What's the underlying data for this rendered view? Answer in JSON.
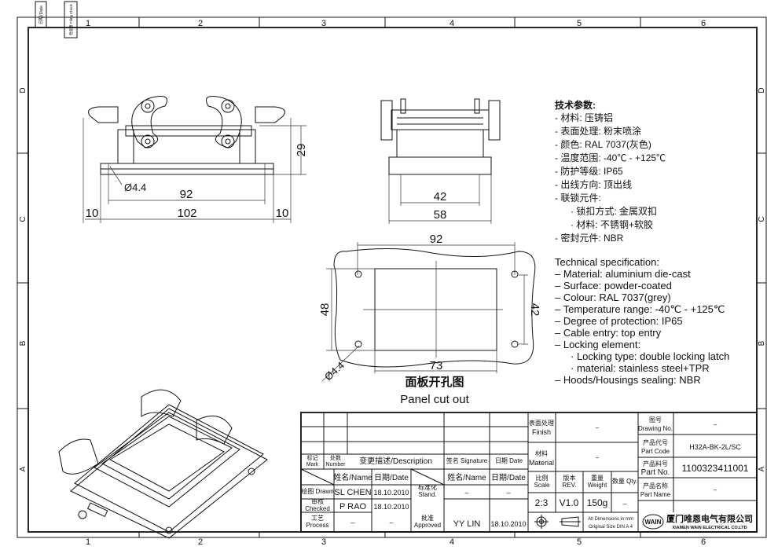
{
  "frame": {
    "columns": [
      "1",
      "2",
      "3",
      "4",
      "5",
      "6"
    ],
    "rows": [
      "D",
      "C",
      "B",
      "A"
    ],
    "corner_labels": [
      "日期/Date",
      "检查者 Filing Check"
    ]
  },
  "front_view": {
    "dim_height": "29",
    "dim_hole": "Ø4.4",
    "dim_inner": "92",
    "dim_outer": "102",
    "dim_left_gap": "10",
    "dim_right_gap": "10"
  },
  "side_view": {
    "dim_inner": "42",
    "dim_outer": "58"
  },
  "panel_cutout": {
    "dim_width": "92",
    "dim_height_left": "48",
    "dim_height_right": "42",
    "dim_cut": "73",
    "dim_hole": "Ø4.4",
    "title_cn": "面板开孔图",
    "title_en": "Panel cut out"
  },
  "spec_cn": {
    "heading": "技术参数:",
    "lines": [
      "- 材料: 压铸铝",
      "- 表面处理: 粉末喷涂",
      "- 颜色: RAL 7037(灰色)",
      "- 温度范围: -40℃ - +125℃",
      "- 防护等级: IP65",
      "- 出线方向: 顶出线",
      "- 联锁元件:",
      "· 锁扣方式: 金属双扣",
      "· 材料: 不锈钢+软胶",
      "- 密封元件: NBR"
    ]
  },
  "spec_en": {
    "heading": "Technical specification:",
    "lines": [
      "– Material: aluminium die-cast",
      "– Surface: powder-coated",
      "– Colour: RAL 7037(grey)",
      "– Temperature range: -40℃ - +125℃",
      "– Degree of protection: IP65",
      "– Cable entry: top entry",
      "– Locking element:",
      "· Locking type: double locking latch",
      "· material: stainless steel+TPR",
      "– Hoods/Housings sealing: NBR"
    ]
  },
  "title_block": {
    "mark": "标记 Mark",
    "number": "处数 Number",
    "description": "变更描述/Description",
    "signature": "签名 Signature",
    "date": "日期 Date",
    "name_h": "姓名/Name",
    "date_h": "日期/Date",
    "name_h2": "姓名/Name",
    "date_h2": "日期/Date",
    "drawn_label": "绘图 Drawn",
    "drawn_name": "SL CHEN",
    "drawn_date": "18.10.2010",
    "stand_label": "标准化 Stand.",
    "stand_name": "–",
    "stand_date": "–",
    "checked_label": "审核 Checked",
    "checked_name": "P RAO",
    "checked_date": "18.10.2010",
    "process_label": "工艺 Process",
    "process_name": "–",
    "process_date": "–",
    "approved_label": "批准 Approved",
    "approved_name": "YY LIN",
    "approved_date": "18.10.2010",
    "finish_label_cn": "表面处理",
    "finish_label": "Finish",
    "finish_value": "–",
    "material_label_cn": "材料",
    "material_label": "Material",
    "material_value": "–",
    "scale_label": "比例 Scale",
    "scale_value": "2:3",
    "rev_label": "版本 REV.",
    "rev_value": "V1.0",
    "weight_label": "重量 Weight",
    "weight_value": "150g",
    "qty_label": "数量 Qty.",
    "qty_value": "–",
    "dims_note_1": "All Dimensions in mm",
    "dims_note_2": "Original Size DIN A 4",
    "drawing_no_label_cn": "图号",
    "drawing_no_label": "Drawing No.",
    "drawing_no_value": "–",
    "part_code_label_cn": "产品代号",
    "part_code_label": "Part Code",
    "part_code_value": "H32A-BK-2L/SC",
    "part_no_label_cn": "产品料号",
    "part_no_label": "Part No.",
    "part_no_value": "1100323411001",
    "part_name_label_cn": "产品名称",
    "part_name_label": "Part Name",
    "part_name_value": "–",
    "logo_text": "WAIN",
    "company_cn": "厦门唯恩电气有限公司",
    "company_en": "XIAMEN WAIN ELECTRICAL CO.LTD"
  }
}
